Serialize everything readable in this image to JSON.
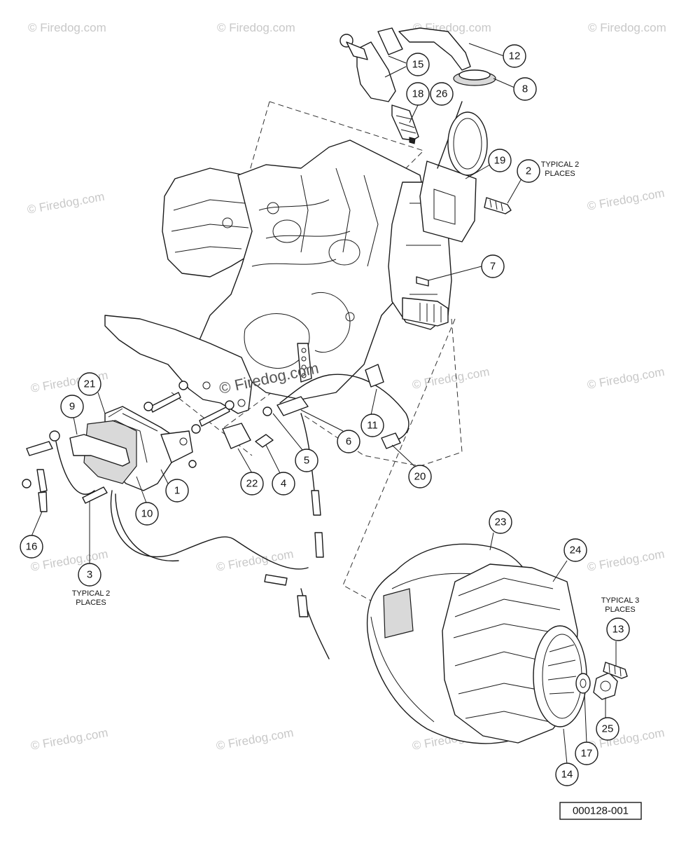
{
  "callouts": [
    {
      "id": "c1",
      "label": "1"
    },
    {
      "id": "c2",
      "label": "2"
    },
    {
      "id": "c3",
      "label": "3"
    },
    {
      "id": "c4",
      "label": "4"
    },
    {
      "id": "c5",
      "label": "5"
    },
    {
      "id": "c6",
      "label": "6"
    },
    {
      "id": "c7",
      "label": "7"
    },
    {
      "id": "c8",
      "label": "8"
    },
    {
      "id": "c9",
      "label": "9"
    },
    {
      "id": "c10",
      "label": "10"
    },
    {
      "id": "c11",
      "label": "11"
    },
    {
      "id": "c12",
      "label": "12"
    },
    {
      "id": "c13",
      "label": "13"
    },
    {
      "id": "c14",
      "label": "14"
    },
    {
      "id": "c15",
      "label": "15"
    },
    {
      "id": "c16",
      "label": "16"
    },
    {
      "id": "c17",
      "label": "17"
    },
    {
      "id": "c18",
      "label": "18"
    },
    {
      "id": "c19",
      "label": "19"
    },
    {
      "id": "c20",
      "label": "20"
    },
    {
      "id": "c21",
      "label": "21"
    },
    {
      "id": "c22",
      "label": "22"
    },
    {
      "id": "c23",
      "label": "23"
    },
    {
      "id": "c24",
      "label": "24"
    },
    {
      "id": "c25",
      "label": "25"
    },
    {
      "id": "c26",
      "label": "26"
    }
  ],
  "notes": {
    "typical2_upper": [
      "TYPICAL 2",
      "PLACES"
    ],
    "typical2_lower": [
      "TYPICAL 2",
      "PLACES"
    ],
    "typical3": [
      "TYPICAL 3",
      "PLACES"
    ]
  },
  "document_number": "000128-001",
  "watermark": {
    "text": "© Firedog.com",
    "center_text": "© Firedog.com"
  }
}
